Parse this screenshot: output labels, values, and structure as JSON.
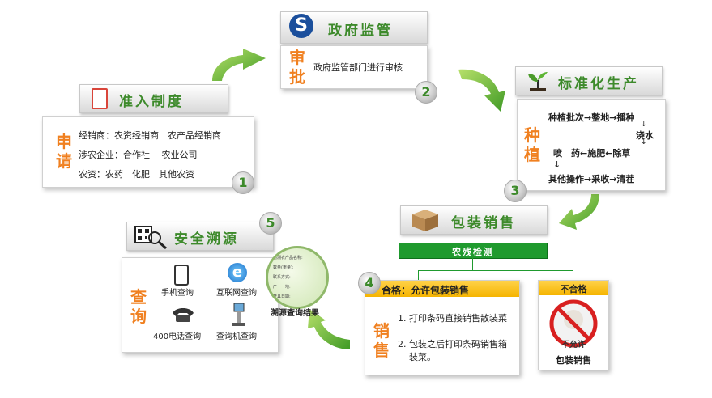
{
  "step_numbers": [
    "1",
    "2",
    "3",
    "4",
    "5"
  ],
  "entry": {
    "title": "准入制度",
    "big_chars": [
      "申",
      "请"
    ],
    "lines": [
      "经销商：农资经销商　农产品经销商",
      "涉农企业：合作社　 农业公司",
      "农资：农药　化肥　其他农资"
    ]
  },
  "gov": {
    "title": "政府监管",
    "big_chars": [
      "审",
      "批"
    ],
    "text": "政府监管部门进行审核"
  },
  "production": {
    "title": "标准化生产",
    "big_chars": [
      "种",
      "植"
    ],
    "row1": "种植批次→整地→播种",
    "row2": "浇水",
    "row3": "喷　药←施肥←除草",
    "row4": "其他操作→采收→清茬"
  },
  "package": {
    "title": "包装销售",
    "check_label": "农残检测",
    "pass_title": "合格：允许包装销售",
    "big_chars": [
      "销",
      "售"
    ],
    "items": [
      "1. 打印条码直接销售散装菜",
      "2. 包装之后打印条码销售箱",
      "装菜。"
    ],
    "fail_title": "不合格",
    "fail_stamp": "不允许",
    "fail_caption": "包装销售"
  },
  "trace": {
    "title": "安全溯源",
    "big_chars": [
      "查",
      "询"
    ],
    "channels": [
      "手机查询",
      "互联网查询",
      "400电话查询",
      "查询机查询"
    ],
    "magnifier_lines": [
      "追溯农产品名称:",
      "数量(重量):",
      "联系方式:",
      "产　　地:",
      "开具日期:"
    ],
    "result_caption": "溯源查询结果"
  },
  "colors": {
    "green": "#3d8a2b",
    "orange": "#f08020",
    "title_green": "#3d8a2b",
    "bar_green": "#1f9a2e",
    "pass_yellow": "#f5b400"
  }
}
